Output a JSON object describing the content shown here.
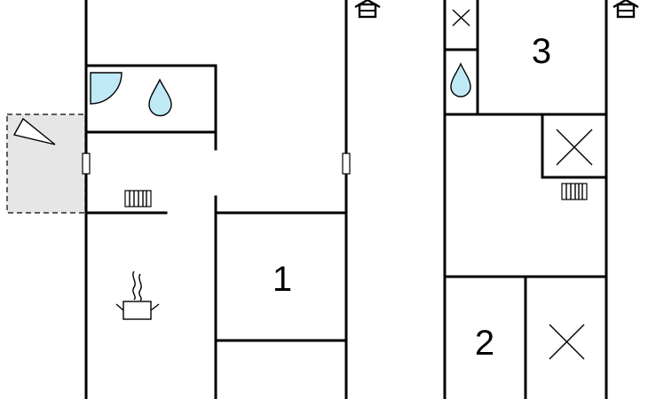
{
  "floorplan": {
    "rooms": [
      {
        "id": "1",
        "label": "1"
      },
      {
        "id": "2",
        "label": "2"
      },
      {
        "id": "3",
        "label": "3"
      }
    ],
    "icons": [
      "compass-icon",
      "shower-icon",
      "water-drop-icon",
      "terrace-umbrella-icon",
      "radiator-icon",
      "door-icon",
      "stove-icon",
      "bed-cross-icon"
    ],
    "colors": {
      "walls": "#000000",
      "water": "#bfeaf5",
      "terrace": "#e6e6e6"
    }
  }
}
